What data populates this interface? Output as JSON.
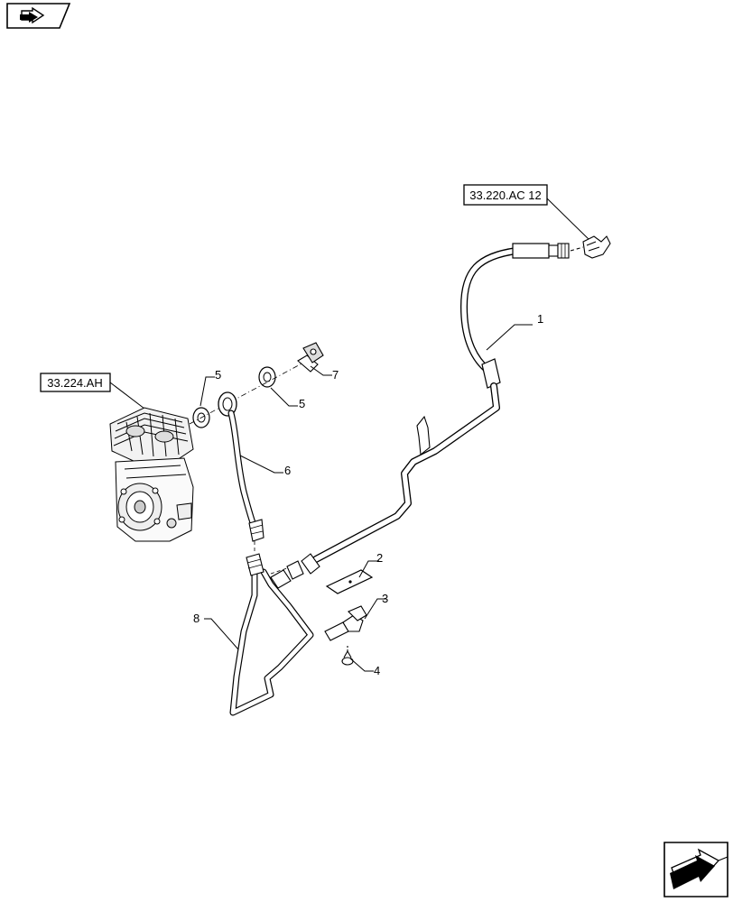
{
  "references": {
    "upper_right": "33.220.AC 12",
    "left": "33.224.AH"
  },
  "callouts": {
    "c1": "1",
    "c2": "2",
    "c3": "3",
    "c4": "4",
    "c5a": "5",
    "c5b": "5",
    "c6": "6",
    "c7": "7",
    "c8": "8"
  },
  "icons": {
    "top_left": "previous-page-icon",
    "bottom_right": "next-page-icon"
  }
}
